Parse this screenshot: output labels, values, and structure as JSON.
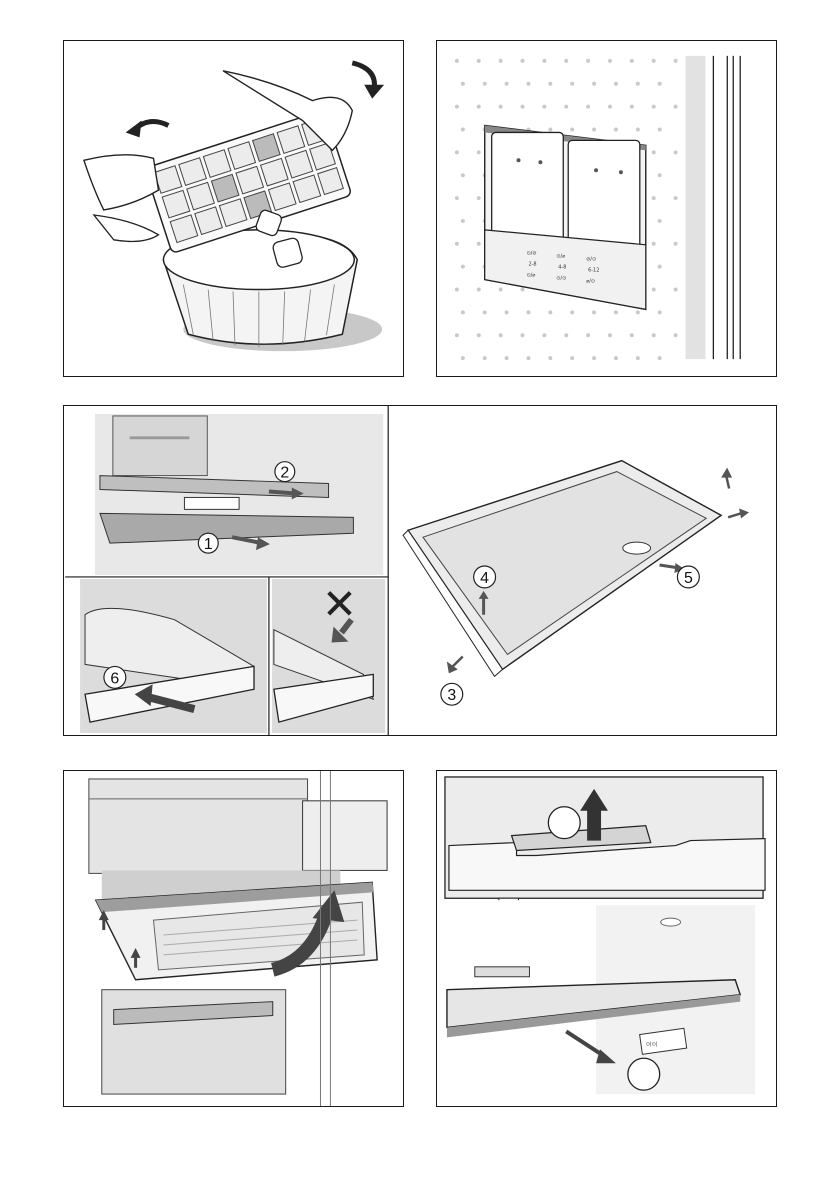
{
  "panels": {
    "ice_tray": {
      "label": ""
    },
    "cold_packs": {
      "label_rows": [
        [
          "⊙/⊘",
          "⊙/⌀",
          "⊘/⊙"
        ],
        [
          "2-8",
          "4-8",
          "6-12"
        ],
        [
          "⊙/⌀",
          "⊙/⊙",
          "⌀/⊙"
        ]
      ]
    },
    "shelf_removal": {
      "callouts": [
        "1",
        "2",
        "3",
        "4",
        "5",
        "6"
      ],
      "wrong_mark": "✕"
    },
    "drawer_removal": {
      "label": ""
    },
    "shelf_clip": {
      "tiny_label": "⊙|⊙|"
    }
  }
}
